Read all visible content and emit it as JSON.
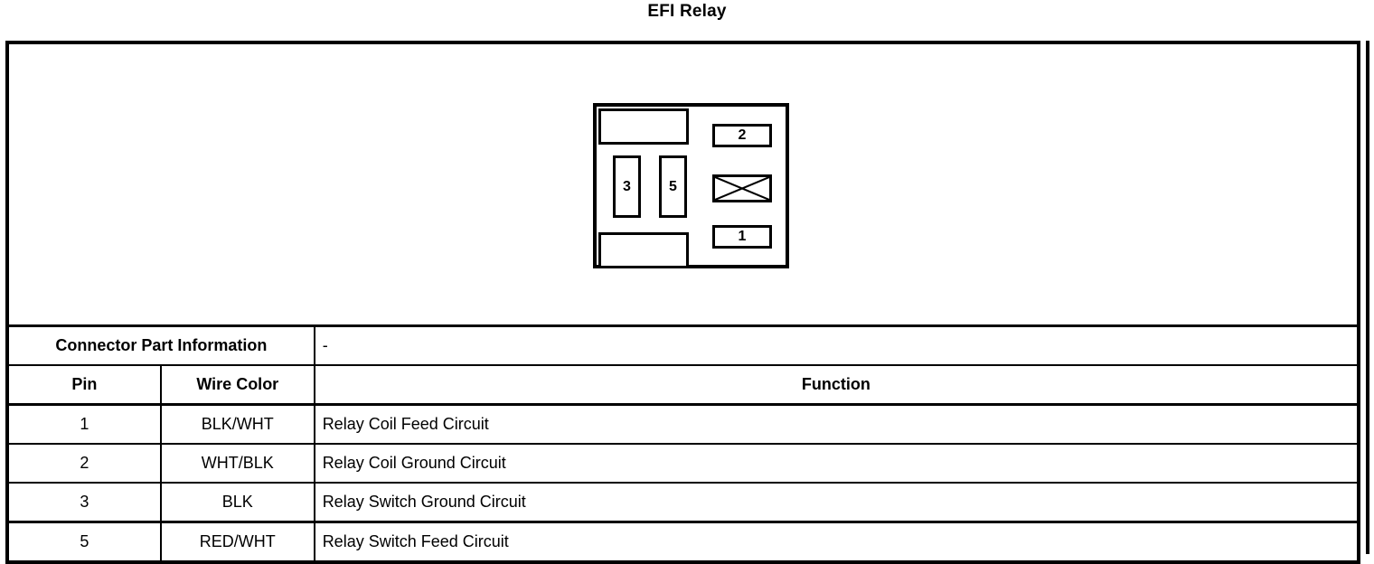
{
  "title": "EFI Relay",
  "connector_diagram": {
    "name": "efi-relay-connector-face-view",
    "cavities": [
      {
        "id": "pin-2",
        "label": "2",
        "type": "terminal"
      },
      {
        "id": "blocked",
        "label": "",
        "type": "blocked-x"
      },
      {
        "id": "pin-1",
        "label": "1",
        "type": "terminal"
      },
      {
        "id": "pin-3",
        "label": "3",
        "type": "terminal"
      },
      {
        "id": "pin-5",
        "label": "5",
        "type": "terminal"
      }
    ]
  },
  "table": {
    "connector_part_information_label": "Connector Part Information",
    "connector_part_information_value": "-",
    "headers": {
      "pin": "Pin",
      "wire_color": "Wire Color",
      "function": "Function"
    },
    "rows": [
      {
        "pin": "1",
        "wire_color": "BLK/WHT",
        "function": "Relay Coil Feed Circuit"
      },
      {
        "pin": "2",
        "wire_color": "WHT/BLK",
        "function": "Relay Coil Ground Circuit"
      },
      {
        "pin": "3",
        "wire_color": "BLK",
        "function": "Relay Switch Ground Circuit"
      },
      {
        "pin": "5",
        "wire_color": "RED/WHT",
        "function": "Relay Switch Feed Circuit"
      }
    ]
  }
}
